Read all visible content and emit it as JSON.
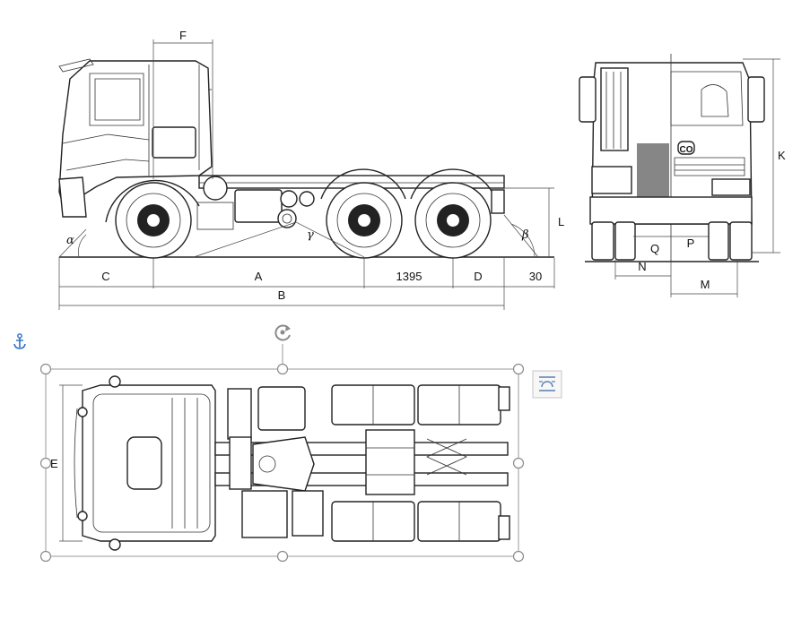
{
  "dimension_labels": {
    "A": "A",
    "B": "B",
    "C": "C",
    "D": "D",
    "E": "E",
    "F": "F",
    "K": "K",
    "L": "L",
    "M": "M",
    "N": "N",
    "P": "P",
    "Q": "Q",
    "wheelbase_value": "1395",
    "overhang_value": "30"
  },
  "angle_labels": {
    "alpha": "α",
    "beta": "β",
    "gamma": "γ"
  },
  "logo_text": "CO",
  "icons": {
    "anchor": "anchor-icon",
    "rotate": "rotate-handle-icon",
    "layout_options": "layout-options-icon"
  }
}
